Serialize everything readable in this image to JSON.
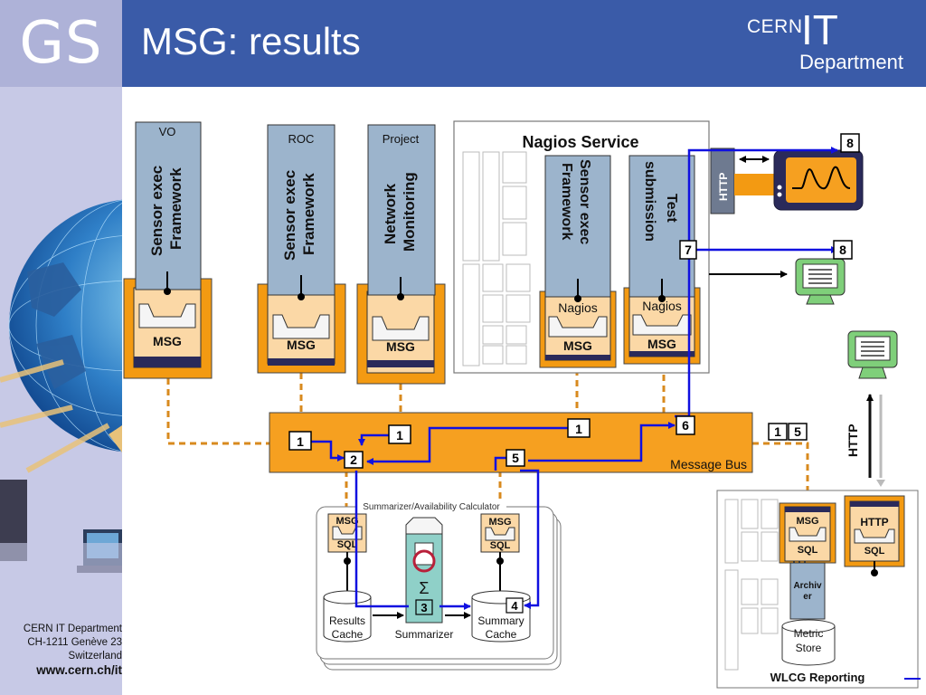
{
  "header": {
    "logo_text": "GS",
    "title": "MSG: results",
    "cern": "CERN",
    "it": "IT",
    "department": "Department"
  },
  "footer": {
    "line1": "CERN IT Department",
    "line2": "CH-1211 Genève 23",
    "line3": "Switzerland",
    "url": "www.cern.ch/it"
  },
  "diagram": {
    "blocks": {
      "vo_label": "VO",
      "vo_sensor_line1": "Sensor exec",
      "vo_sensor_line2": "Framework",
      "roc_label": "ROC",
      "roc_sensor_line1": "Sensor exec",
      "roc_sensor_line2": "Framework",
      "project_label": "Project",
      "project_line1": "Network",
      "project_line2": "Monitoring",
      "msg": "MSG",
      "nagios_service": "Nagios Service",
      "nagios_sensor_line1": "Sensor exec",
      "nagios_sensor_line2": "Framework",
      "test_line1": "Test",
      "test_line2": "submission",
      "nagios": "Nagios",
      "http": "HTTP",
      "message_bus": "Message Bus",
      "summarizer_calc": "Summarizer/Availability Calculator",
      "sql": "SQL",
      "results_cache_line1": "Results",
      "results_cache_line2": "Cache",
      "summarizer": "Summarizer",
      "summary_cache_line1": "Summary",
      "summary_cache_line2": "Cache",
      "archiver_line1": "Archiv",
      "archiver_line2": "er",
      "metric_store_line1": "Metric",
      "metric_store_line2": "Store",
      "wlcg_reporting": "WLCG Reporting",
      "sigma": "Σ"
    },
    "steps": {
      "s1": "1",
      "s2": "2",
      "s3": "3",
      "s4": "4",
      "s5": "5",
      "s6": "6",
      "s7": "7",
      "s8": "8"
    },
    "colors": {
      "orange": "#f39a12",
      "peach": "#fbd8a6",
      "steel": "#9cb4cc",
      "blue_arrow": "#1010e0",
      "bus": "#f6a020",
      "green": "#7fcf7a",
      "navy": "#2a2a5a"
    }
  }
}
